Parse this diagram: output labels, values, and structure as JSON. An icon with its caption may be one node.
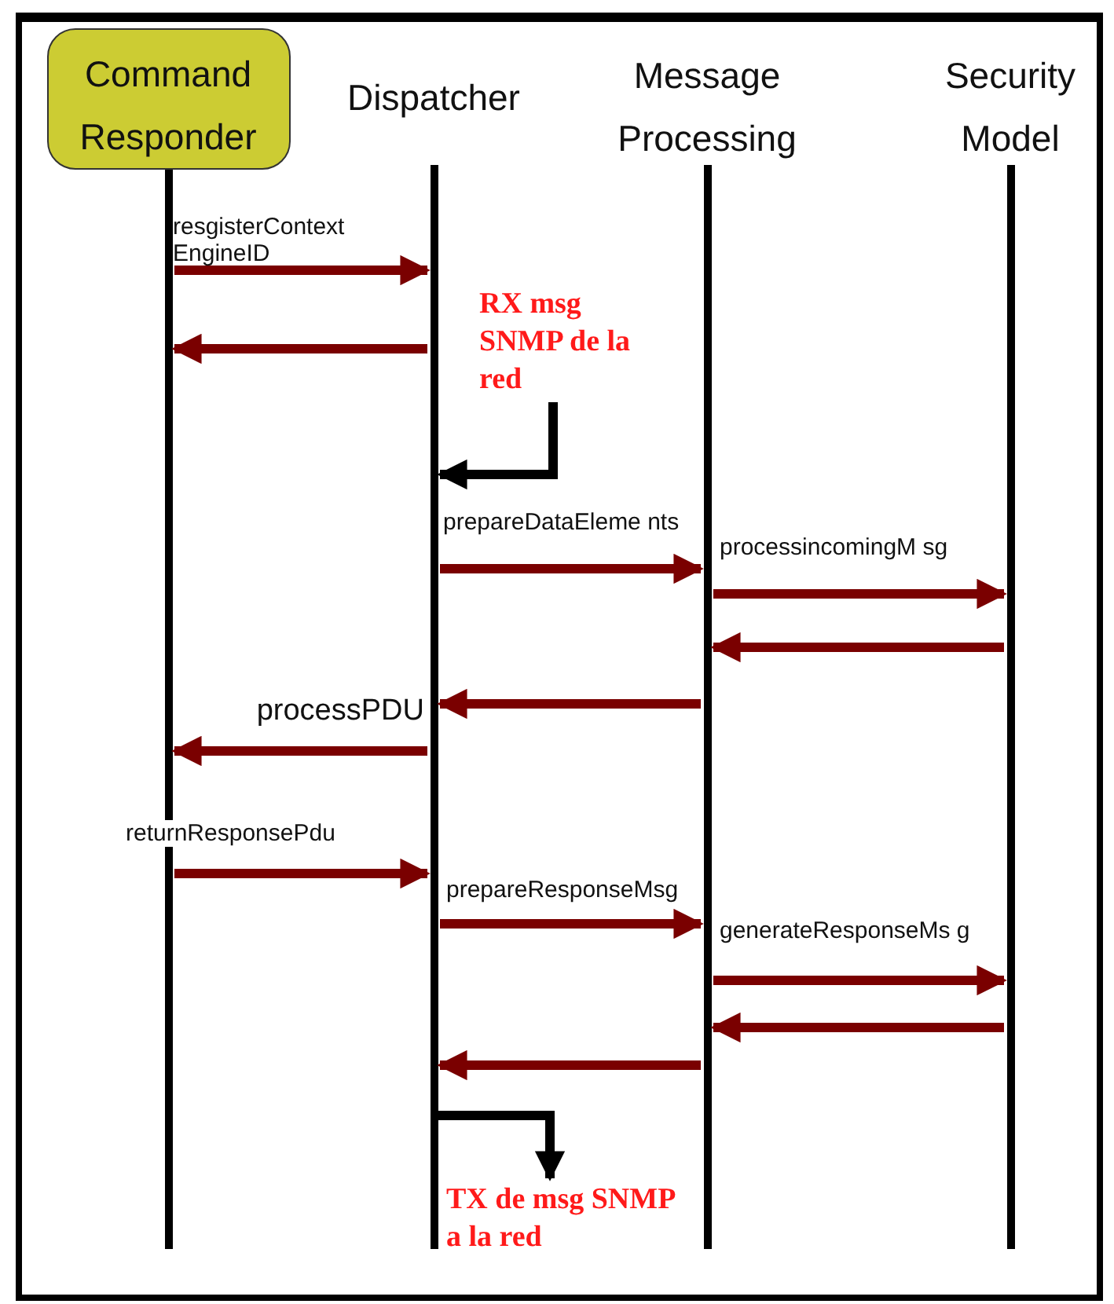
{
  "diagram": {
    "nodes": [
      {
        "text": [
          "Command Responder"
        ]
      },
      {
        "text": [
          "Dispatcher"
        ]
      },
      {
        "text": [
          "Message Processing"
        ]
      },
      {
        "text": [
          "Security Model"
        ]
      },
      {
        "text": [
          "RX msg SNMP de la red"
        ]
      },
      {
        "text": [
          "TX de msg SNMP a la red"
        ]
      }
    ],
    "edges": [
      {
        "from": 0,
        "to": 1,
        "arrow": "to",
        "label": "resgisterContext EngineID"
      },
      {
        "from": 1,
        "to": 0,
        "arrow": "to"
      },
      {
        "from": 4,
        "to": 1,
        "arrow": "to",
        "color": "#000000"
      },
      {
        "from": 1,
        "to": 2,
        "arrow": "to",
        "label": "prepareDataEleme nts"
      },
      {
        "from": 2,
        "to": 3,
        "arrow": "to",
        "label": "processincomingM sg"
      },
      {
        "from": 3,
        "to": 2,
        "arrow": "to"
      },
      {
        "from": 2,
        "to": 1,
        "arrow": "to"
      },
      {
        "from": 1,
        "to": 0,
        "arrow": "to",
        "label": "processPDU"
      },
      {
        "from": 0,
        "to": 1,
        "arrow": "to",
        "label": "returnResponsePdu"
      },
      {
        "from": 1,
        "to": 2,
        "arrow": "to",
        "label": "prepareResponseMsg"
      },
      {
        "from": 2,
        "to": 3,
        "arrow": "to",
        "label": "generateResponseMs g"
      },
      {
        "from": 3,
        "to": 2,
        "arrow": "to"
      },
      {
        "from": 2,
        "to": 1,
        "arrow": "to"
      },
      {
        "from": 1,
        "to": 5,
        "arrow": "to",
        "color": "#000000"
      }
    ]
  }
}
